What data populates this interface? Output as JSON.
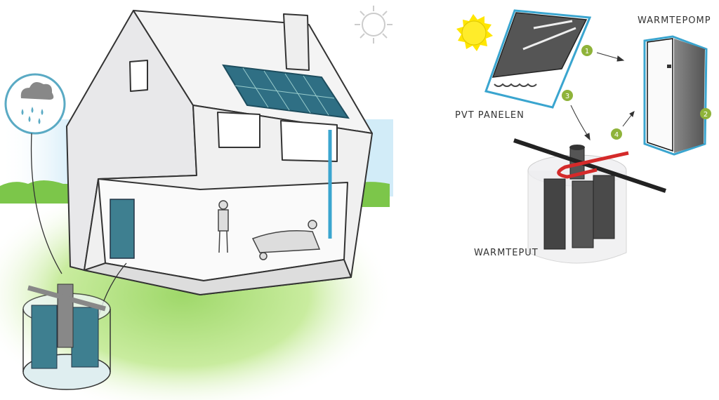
{
  "labels": {
    "heat_pump": "WARMTEPOMP",
    "pvt_panels": "PVT PANELEN",
    "heat_well": "WARMTEPUT"
  },
  "steps": [
    "1",
    "2",
    "3",
    "4"
  ],
  "colors": {
    "badge": "#8fb33a",
    "outline_blue": "#3aa5cf",
    "grass": "#9fd86a",
    "sky": "#bfe3f5",
    "pipe_red": "#d42a2a",
    "sun": "#ffe600",
    "tank_teal": "#3e7f90"
  }
}
